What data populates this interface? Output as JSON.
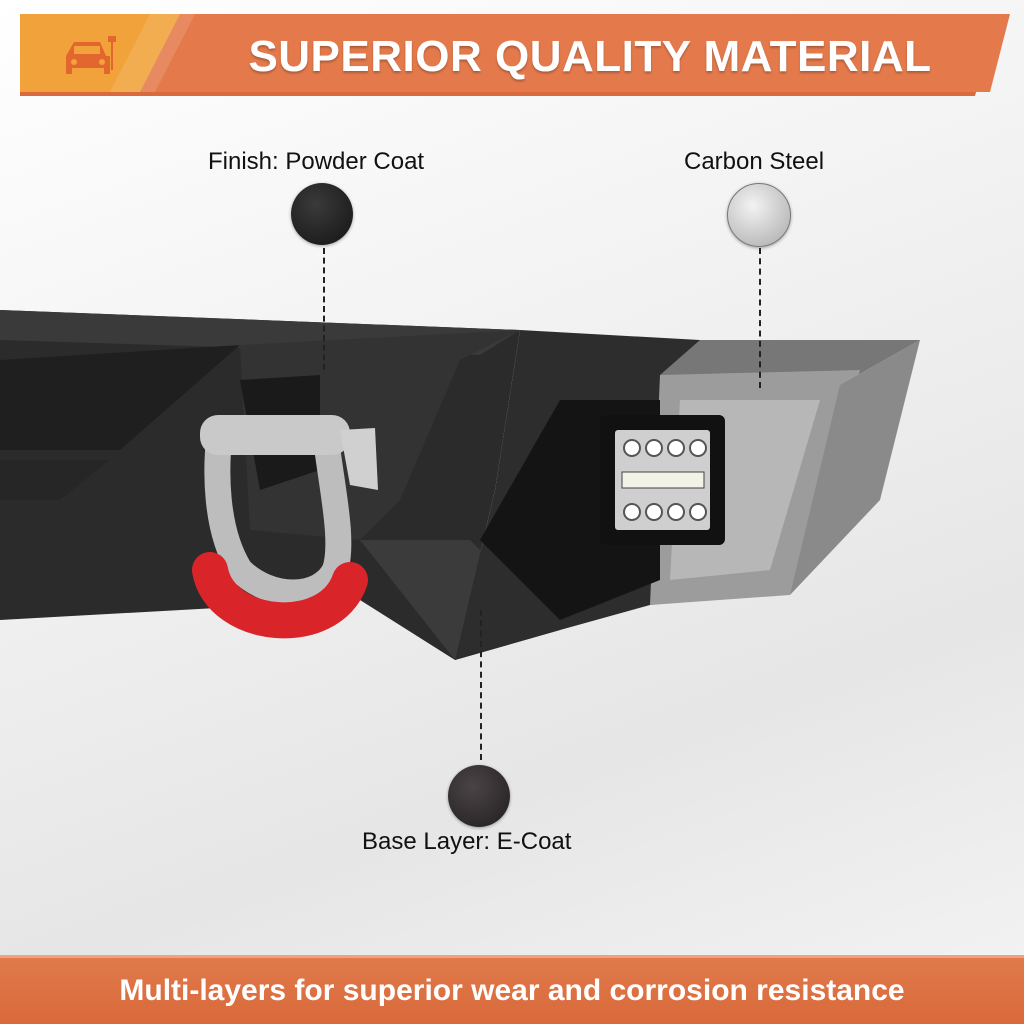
{
  "banner": {
    "title": "SUPERIOR QUALITY MATERIAL",
    "icon": "car-wrench-icon",
    "colors": {
      "primary": "#e47a4c",
      "tab": "#f2a23a"
    }
  },
  "callouts": {
    "finish": {
      "label": "Finish: Powder Coat",
      "swatch_color": "#1e1e1e"
    },
    "carbon": {
      "label": "Carbon Steel",
      "swatch_color": "#c8c8c8"
    },
    "base": {
      "label": "Base Layer: E-Coat",
      "swatch_color": "#2f2b2d"
    }
  },
  "product": {
    "name": "bumper-illustration",
    "shackle_color": "#d9252a"
  },
  "footer": {
    "tagline": "Multi-layers for superior wear and corrosion resistance"
  }
}
